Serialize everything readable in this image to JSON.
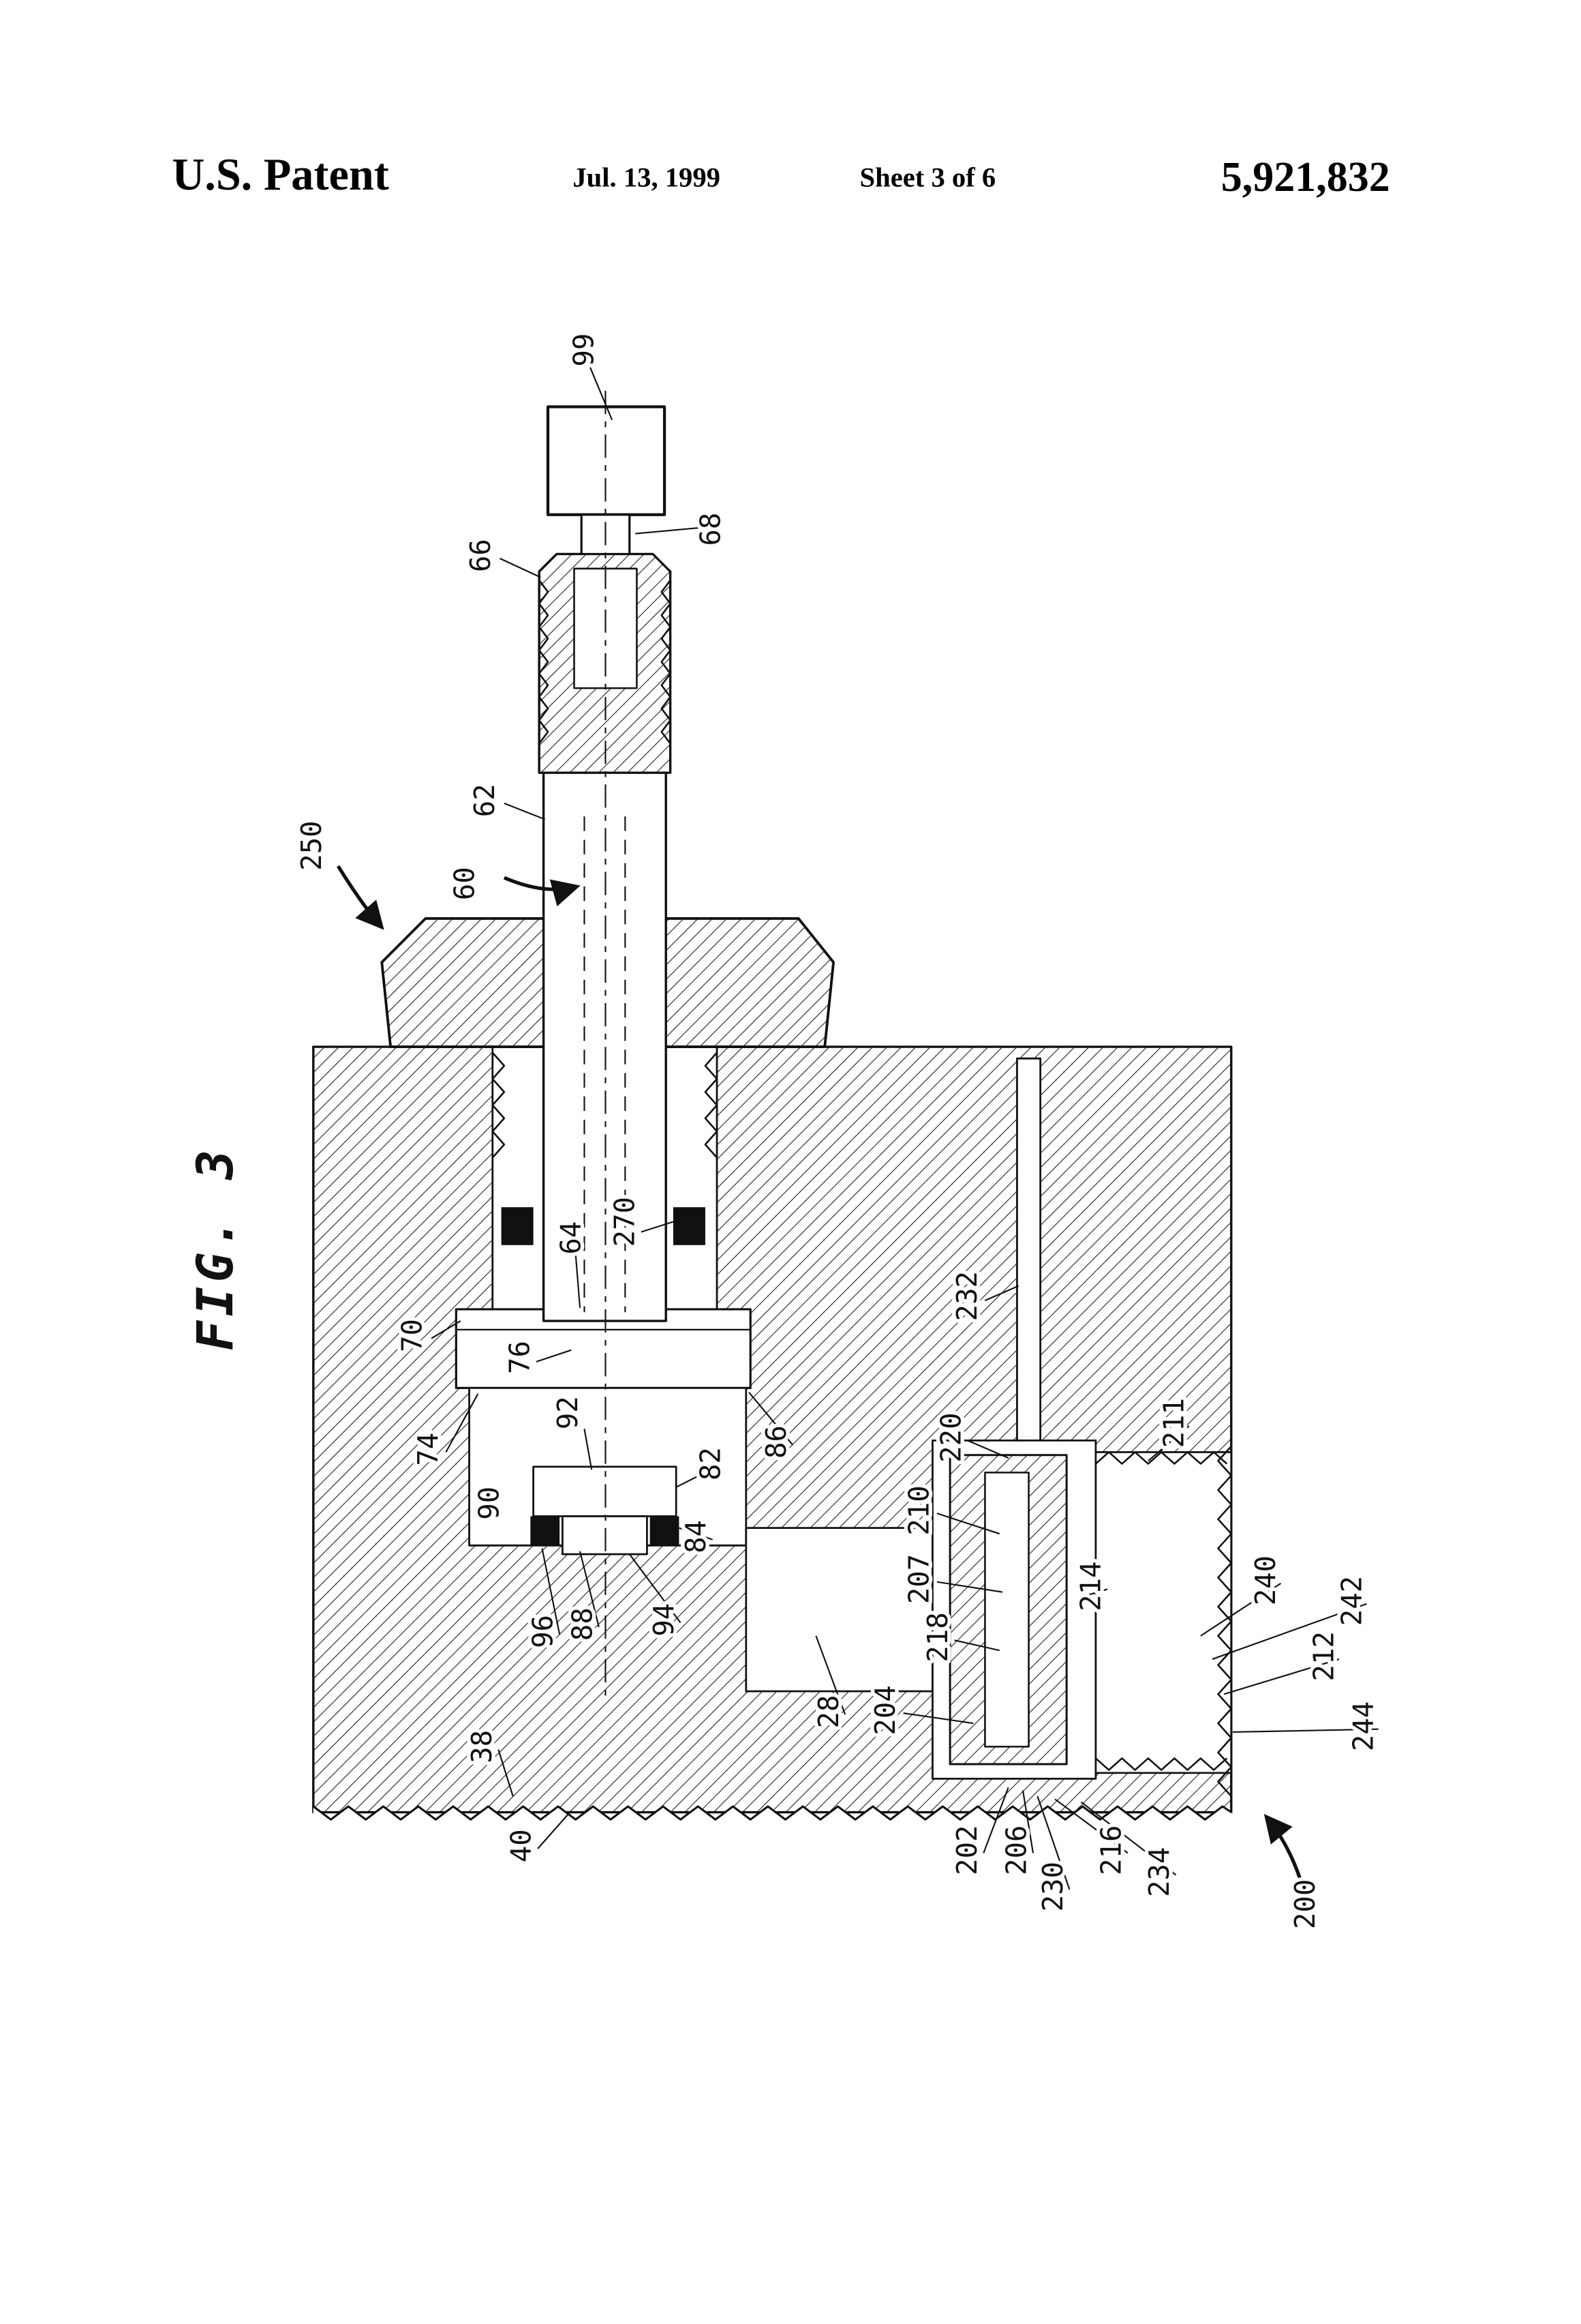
{
  "header": {
    "title": "U.S. Patent",
    "date": "Jul. 13, 1999",
    "sheet": "Sheet 3 of 6",
    "patent_number": "5,921,832"
  },
  "figure": {
    "label": "FIG. 3"
  },
  "colors": {
    "ink": "#111111",
    "paper": "#ffffff"
  },
  "labels": {
    "l28": "28",
    "l38": "38",
    "l40": "40",
    "l60": "60",
    "l62": "62",
    "l64": "64",
    "l66": "66",
    "l68": "68",
    "l70": "70",
    "l74": "74",
    "l76": "76",
    "l82": "82",
    "l84": "84",
    "l86": "86",
    "l88": "88",
    "l90": "90",
    "l92": "92",
    "l94": "94",
    "l96": "96",
    "l99": "99",
    "l200": "200",
    "l202": "202",
    "l204": "204",
    "l206": "206",
    "l207": "207",
    "l210": "210",
    "l211": "211",
    "l212": "212",
    "l214": "214",
    "l216": "216",
    "l218": "218",
    "l220": "220",
    "l230": "230",
    "l232": "232",
    "l234": "234",
    "l240": "240",
    "l242": "242",
    "l244": "244",
    "l250": "250",
    "l270": "270"
  }
}
